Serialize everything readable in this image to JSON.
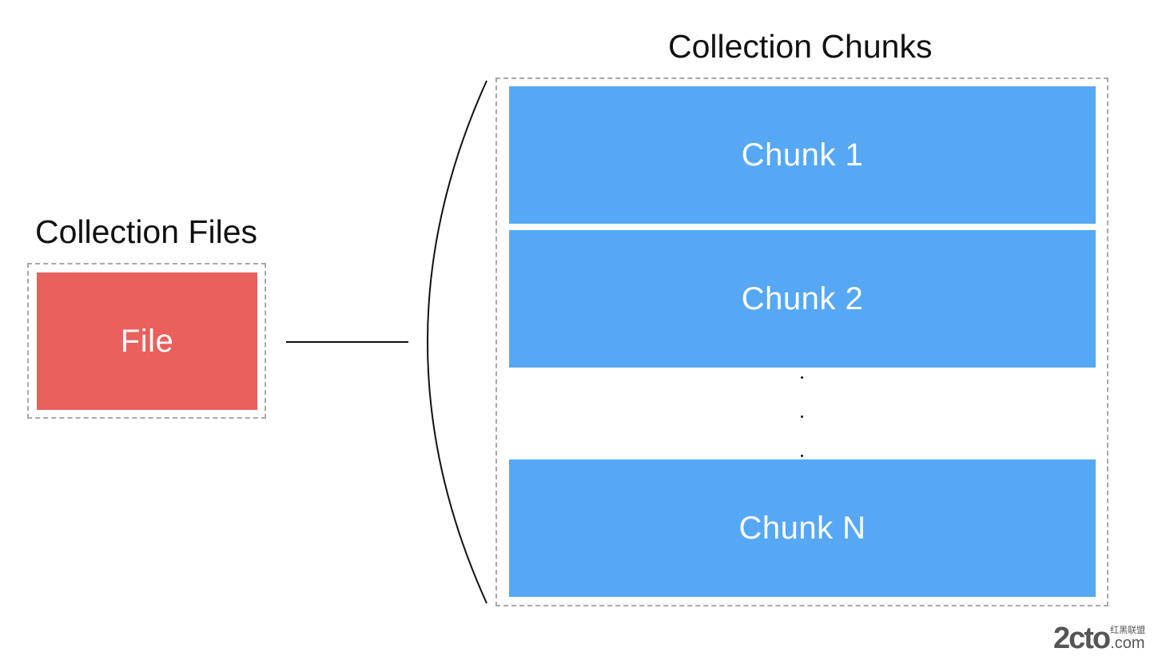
{
  "colors": {
    "file_block": "#e9605c",
    "chunk_block": "#56a8f5",
    "dashed_border": "#a9a9a9",
    "line": "#111111"
  },
  "collection_files": {
    "title": "Collection Files",
    "block_label": "File"
  },
  "collection_chunks": {
    "title": "Collection Chunks",
    "chunks": [
      {
        "label": "Chunk 1"
      },
      {
        "label": "Chunk 2"
      },
      {
        "label": "Chunk N"
      }
    ],
    "ellipsis": [
      ".",
      ".",
      "."
    ]
  },
  "watermark": {
    "main": "2cto",
    "sub": "红黑联盟",
    "tld": ".com"
  }
}
